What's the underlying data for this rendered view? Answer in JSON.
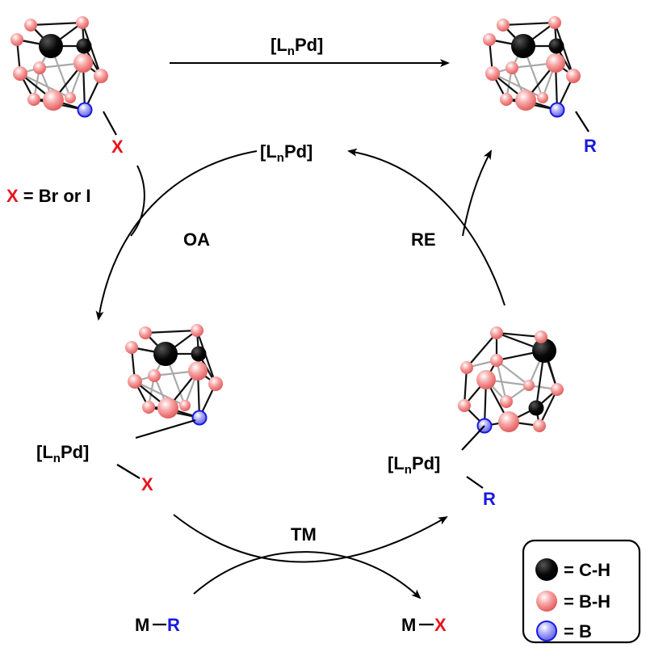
{
  "top_arrow_label": {
    "prefix": "[L",
    "sub": "n",
    "suffix": "Pd]"
  },
  "catalyst_label": {
    "prefix": "[L",
    "sub": "n",
    "suffix": "Pd]"
  },
  "halide_definition": {
    "x": "X",
    "rest": " = Br or I"
  },
  "substituents": {
    "start_x": "X",
    "product_r": "R",
    "pd_x": "X",
    "pd_r": "R"
  },
  "pd_complex_left": {
    "prefix": "[L",
    "sub": "n",
    "suffix": "Pd]"
  },
  "pd_complex_right": {
    "prefix": "[L",
    "sub": "n",
    "suffix": "Pd]"
  },
  "step_labels": {
    "oa": "OA",
    "re": "RE",
    "tm": "TM"
  },
  "reagents": {
    "mr": {
      "metal": "M",
      "group": "R"
    },
    "mx": {
      "metal": "M",
      "group": "X"
    }
  },
  "legend": [
    {
      "icon": "carbon-atom-icon",
      "text": "= C-H"
    },
    {
      "icon": "boron-hydride-atom-icon",
      "text": "= B-H"
    },
    {
      "icon": "boron-atom-icon",
      "text": "= B"
    }
  ],
  "colors": {
    "red": "#e8141e",
    "blue": "#1a1ae0",
    "boron_hydride": "#f47f7f",
    "boron": "#7b7bf0",
    "carbon": "#000000"
  }
}
